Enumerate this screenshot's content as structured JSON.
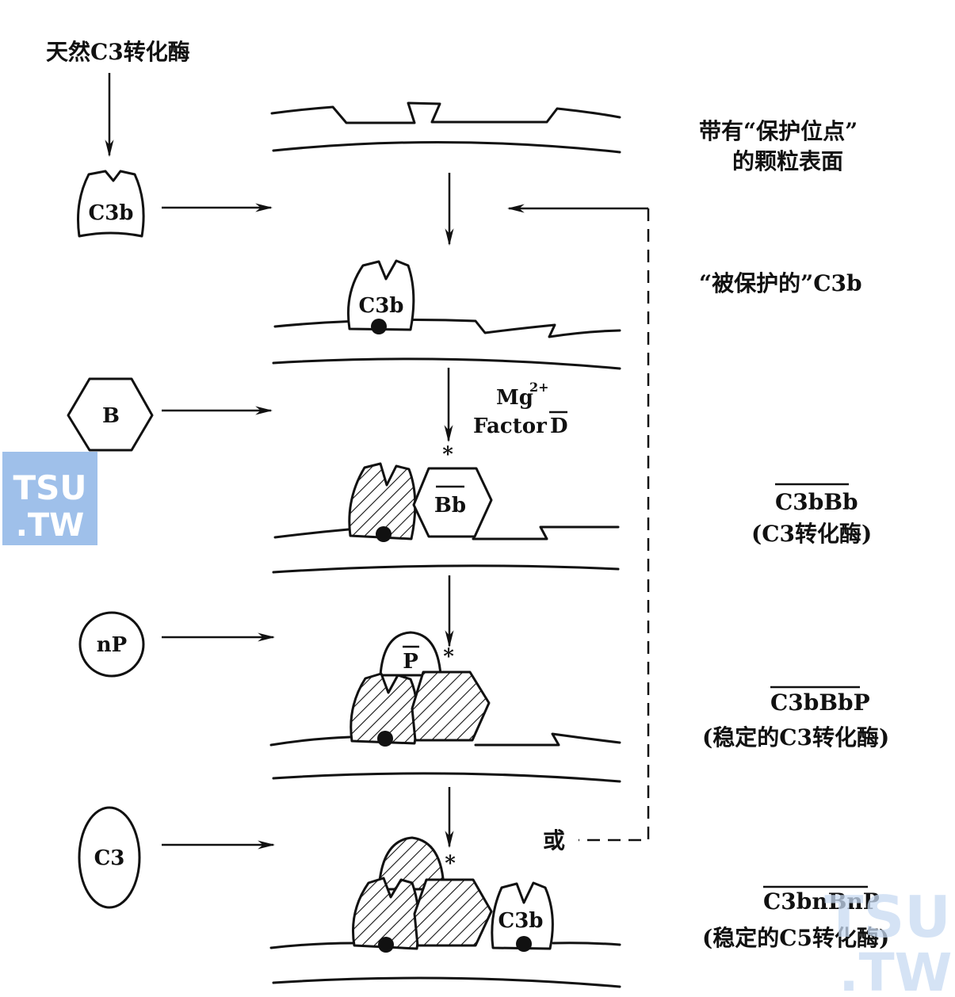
{
  "labels": {
    "natural_convertase": "天然C3转化酶",
    "surface_line1": "带有“保护位点”",
    "surface_line2": "的颗粒表面",
    "protected_c3b": "“被保护的”C3b",
    "c3bbb": "C3bBb",
    "c3bbb_sub": "(C3转化酶)",
    "c3bbbp": "C3bBbP",
    "c3bbbp_sub": "(稳定的C3转化酶)",
    "c3bnbnp": "C3bnBnP",
    "c3bnbnp_sub": "(稳定的C5转化酶)",
    "or": "或",
    "mg": "Mg",
    "mg_sup": "2+",
    "factor": "Factor",
    "factor_d": "D",
    "asterisk": "*"
  },
  "shapes": {
    "c3b": "C3b",
    "b": "B",
    "np": "nP",
    "c3": "C3",
    "bb": "Bb",
    "p": "P"
  },
  "watermark": {
    "top": "TSU",
    "bottom": ".TW"
  },
  "icons": {
    "protected_site": "filled-dot",
    "activated_fragment": "hatched-fill"
  }
}
